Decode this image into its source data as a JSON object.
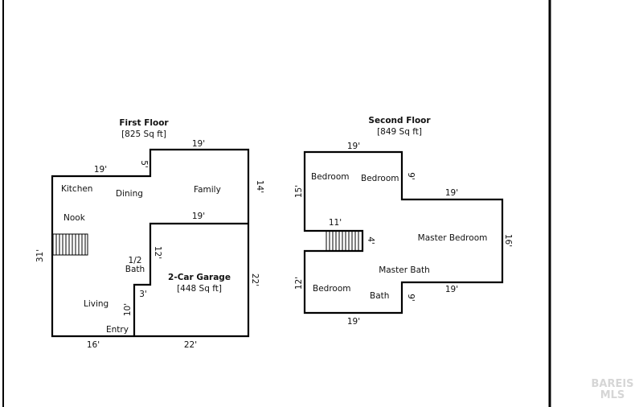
{
  "first_floor": {
    "title": "First Floor",
    "area": "[825 Sq ft]",
    "rooms": {
      "kitchen": "Kitchen",
      "dining": "Dining",
      "family": "Family",
      "nook": "Nook",
      "half_bath_line1": "1/2",
      "half_bath_line2": "Bath",
      "living": "Living",
      "entry": "Entry"
    },
    "dims": {
      "top_right": "19'",
      "top_left": "19'",
      "step": "5'",
      "right_upper": "14'",
      "garage_top": "19'",
      "left": "31'",
      "inner_upper": "12'",
      "inner_step": "3'",
      "inner_lower": "10'",
      "bottom_left": "16'",
      "bottom_right": "22'",
      "garage_right": "22'"
    }
  },
  "garage": {
    "title": "2-Car Garage",
    "area": "[448 Sq ft]"
  },
  "second_floor": {
    "title": "Second Floor",
    "area": "[849 Sq ft]",
    "rooms": {
      "bedroom_left_upper": "Bedroom",
      "bedroom_center": "Bedroom",
      "master_bedroom": "Master Bedroom",
      "master_bath": "Master Bath",
      "bedroom_left_lower": "Bedroom",
      "bath": "Bath"
    },
    "dims": {
      "top": "19'",
      "left_upper": "15'",
      "step_upper": "9'",
      "master_top": "19'",
      "stair_width": "11'",
      "stair_depth": "4'",
      "right": "16'",
      "left_lower": "12'",
      "master_bottom": "19'",
      "step_lower": "9'",
      "bottom": "19'"
    }
  },
  "watermark": {
    "line1": "BAREIS",
    "line2": "MLS"
  }
}
